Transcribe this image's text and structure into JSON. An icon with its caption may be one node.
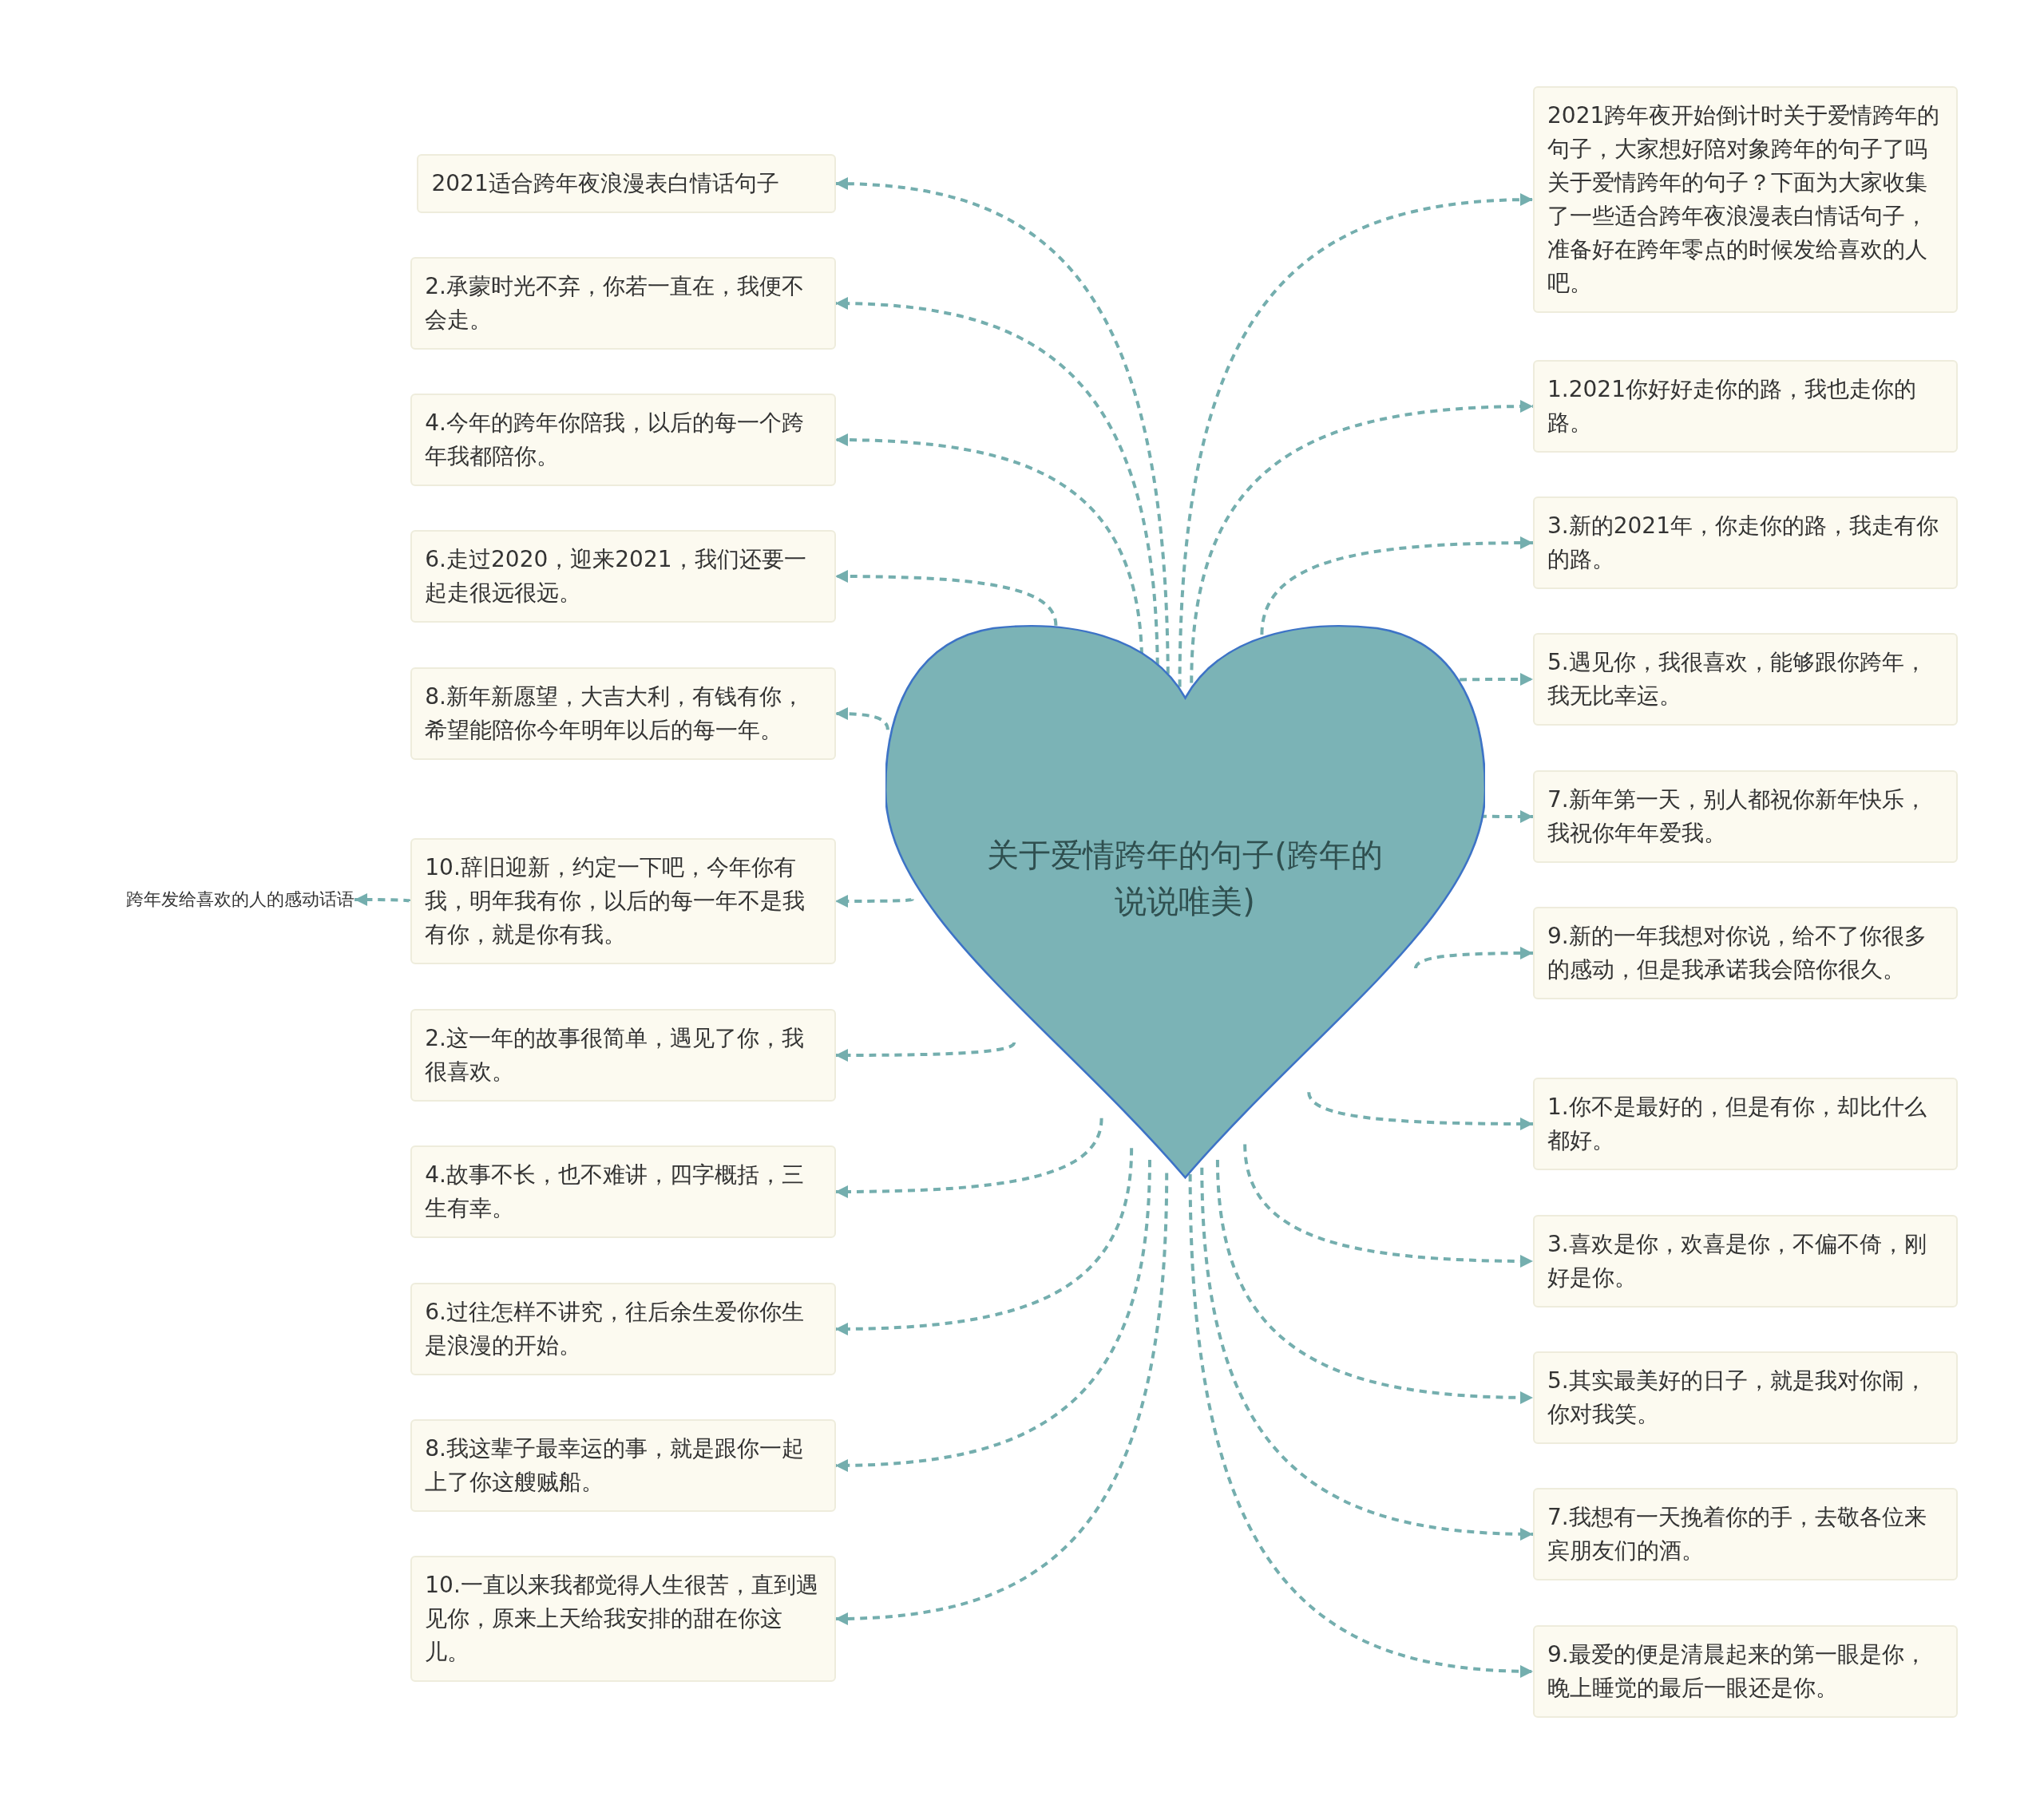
{
  "diagram": {
    "nodes": [
      {
        "text": [
          "关于爱情跨年的句子(跨年的说说唯美)"
        ]
      },
      {
        "text": [
          "2021跨年夜开始倒计时关于爱情跨年的句子，大家想好陪对象跨年的句子了吗关于爱情跨年的句子？下面为大家收集了一些适合跨年夜浪漫表白情话句子，准备好在跨年零点的时候发给喜欢的人吧。"
        ]
      },
      {
        "text": [
          "1.2021你好好走你的路，我也走你的路。"
        ]
      },
      {
        "text": [
          "3.新的2021年，你走你的路，我走有你的路。"
        ]
      },
      {
        "text": [
          "5.遇见你，我很喜欢，能够跟你跨年，我无比幸运。"
        ]
      },
      {
        "text": [
          "7.新年第一天，别人都祝你新年快乐，我祝你年年爱我。"
        ]
      },
      {
        "text": [
          "9.新的一年我想对你说，给不了你很多的感动，但是我承诺我会陪你很久。"
        ]
      },
      {
        "text": [
          "1.你不是最好的，但是有你，却比什么都好。"
        ]
      },
      {
        "text": [
          "3.喜欢是你，欢喜是你，不偏不倚，刚好是你。"
        ]
      },
      {
        "text": [
          "5.其实最美好的日子，就是我对你闹，你对我笑。"
        ]
      },
      {
        "text": [
          "7.我想有一天挽着你的手，去敬各位来宾朋友们的酒。"
        ]
      },
      {
        "text": [
          "9.最爱的便是清晨起来的第一眼是你，晚上睡觉的最后一眼还是你。"
        ]
      },
      {
        "text": [
          "2021适合跨年夜浪漫表白情话句子"
        ]
      },
      {
        "text": [
          "2.承蒙时光不弃，你若一直在，我便不会走。"
        ]
      },
      {
        "text": [
          "4.今年的跨年你陪我，以后的每一个跨年我都陪你。"
        ]
      },
      {
        "text": [
          "6.走过2020，迎来2021，我们还要一起走很远很远。"
        ]
      },
      {
        "text": [
          "8.新年新愿望，大吉大利，有钱有你，希望能陪你今年明年以后的每一年。"
        ]
      },
      {
        "text": [
          "10.辞旧迎新，约定一下吧，今年你有我，明年我有你，以后的每一年不是我有你，就是你有我。"
        ]
      },
      {
        "text": [
          "2.这一年的故事很简单，遇见了你，我很喜欢。"
        ]
      },
      {
        "text": [
          "4.故事不长，也不难讲，四字概括，三生有幸。"
        ]
      },
      {
        "text": [
          "6.过往怎样不讲究，往后余生爱你你生是浪漫的开始。"
        ]
      },
      {
        "text": [
          "8.我这辈子最幸运的事，就是跟你一起上了你这艘贼船。"
        ]
      },
      {
        "text": [
          "10.一直以来我都觉得人生很苦，直到遇见你，原来上天给我安排的甜在你这儿。"
        ]
      },
      {
        "text": [
          "跨年发给喜欢的人的感动话语"
        ]
      }
    ],
    "edges": [
      {
        "from": 0,
        "to": 1,
        "arrow": "to",
        "style": "dashed"
      },
      {
        "from": 0,
        "to": 2,
        "arrow": "to",
        "style": "dashed"
      },
      {
        "from": 0,
        "to": 3,
        "arrow": "to",
        "style": "dashed"
      },
      {
        "from": 0,
        "to": 4,
        "arrow": "to",
        "style": "dashed"
      },
      {
        "from": 0,
        "to": 5,
        "arrow": "to",
        "style": "dashed"
      },
      {
        "from": 0,
        "to": 6,
        "arrow": "to",
        "style": "dashed"
      },
      {
        "from": 0,
        "to": 7,
        "arrow": "to",
        "style": "dashed"
      },
      {
        "from": 0,
        "to": 8,
        "arrow": "to",
        "style": "dashed"
      },
      {
        "from": 0,
        "to": 9,
        "arrow": "to",
        "style": "dashed"
      },
      {
        "from": 0,
        "to": 10,
        "arrow": "to",
        "style": "dashed"
      },
      {
        "from": 0,
        "to": 11,
        "arrow": "to",
        "style": "dashed"
      },
      {
        "from": 0,
        "to": 12,
        "arrow": "to",
        "style": "dashed"
      },
      {
        "from": 0,
        "to": 13,
        "arrow": "to",
        "style": "dashed"
      },
      {
        "from": 0,
        "to": 14,
        "arrow": "to",
        "style": "dashed"
      },
      {
        "from": 0,
        "to": 15,
        "arrow": "to",
        "style": "dashed"
      },
      {
        "from": 0,
        "to": 16,
        "arrow": "to",
        "style": "dashed"
      },
      {
        "from": 0,
        "to": 17,
        "arrow": "to",
        "style": "dashed"
      },
      {
        "from": 0,
        "to": 18,
        "arrow": "to",
        "style": "dashed"
      },
      {
        "from": 0,
        "to": 19,
        "arrow": "to",
        "style": "dashed"
      },
      {
        "from": 0,
        "to": 20,
        "arrow": "to",
        "style": "dashed"
      },
      {
        "from": 0,
        "to": 21,
        "arrow": "to",
        "style": "dashed"
      },
      {
        "from": 0,
        "to": 22,
        "arrow": "to",
        "style": "dashed"
      },
      {
        "from": 17,
        "to": 23,
        "arrow": "to",
        "style": "dashed"
      }
    ]
  }
}
